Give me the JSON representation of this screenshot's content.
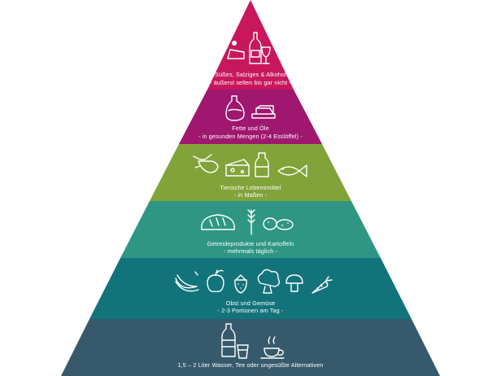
{
  "pyramid": {
    "levels": [
      {
        "title": "Süßes, Salziges & Alkohol",
        "subtitle": "- äußerst selten bis gar nicht -",
        "color": "#c8175d",
        "icons": [
          "cake-slice-icon",
          "wine-bottle-icon",
          "wine-glass-icon"
        ]
      },
      {
        "title": "Fette und Öle",
        "subtitle": "- in gesunden Mengen (2-4 Esslöffel) -",
        "color": "#a0176f",
        "icons": [
          "oil-bottle-icon",
          "butter-icon"
        ]
      },
      {
        "title": "Tierische Lebensmittel",
        "subtitle": "- in Maßen -",
        "color": "#82a33a",
        "icons": [
          "cow-icon",
          "cheese-icon",
          "milk-bottle-icon",
          "fish-icon"
        ]
      },
      {
        "title": "Getreideprodukte und Kartoffeln",
        "subtitle": "- mehrmals täglich -",
        "color": "#2f9684",
        "icons": [
          "bread-icon",
          "wheat-icon",
          "potato-icon"
        ]
      },
      {
        "title": "Obst und Gemüse",
        "subtitle": "- 2-3 Portionen am Tag -",
        "color": "#13737b",
        "icons": [
          "banana-icon",
          "apple-icon",
          "strawberry-icon",
          "broccoli-icon",
          "mushroom-icon",
          "carrot-icon"
        ]
      },
      {
        "title": "1,5 – 2 Liter Wasser, Tee oder ungesüßte Alternativen",
        "subtitle": "",
        "color": "#365a6c",
        "icons": [
          "water-bottle-icon",
          "glass-icon",
          "tea-cup-icon"
        ]
      }
    ]
  }
}
